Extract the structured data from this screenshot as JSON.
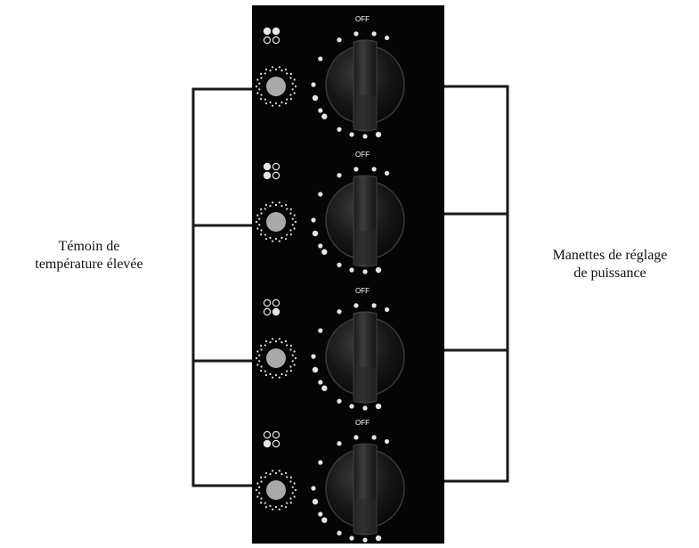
{
  "labels": {
    "left_line1": "Témoin de",
    "left_line2": "température élevée",
    "right_line1": "Manettes de réglage",
    "right_line2": "de puissance"
  },
  "knobs": [
    {
      "off_label": "OFF",
      "zone_indicator": "back-left"
    },
    {
      "off_label": "OFF",
      "zone_indicator": "back-right"
    },
    {
      "off_label": "OFF",
      "zone_indicator": "front-right"
    },
    {
      "off_label": "OFF",
      "zone_indicator": "front-left"
    }
  ],
  "colors": {
    "panel": "#050505",
    "lines": "#1a1a1a",
    "dots": "#e6e6e6",
    "lamp": "#a9a9a9",
    "knob": "#1c1c1c"
  }
}
